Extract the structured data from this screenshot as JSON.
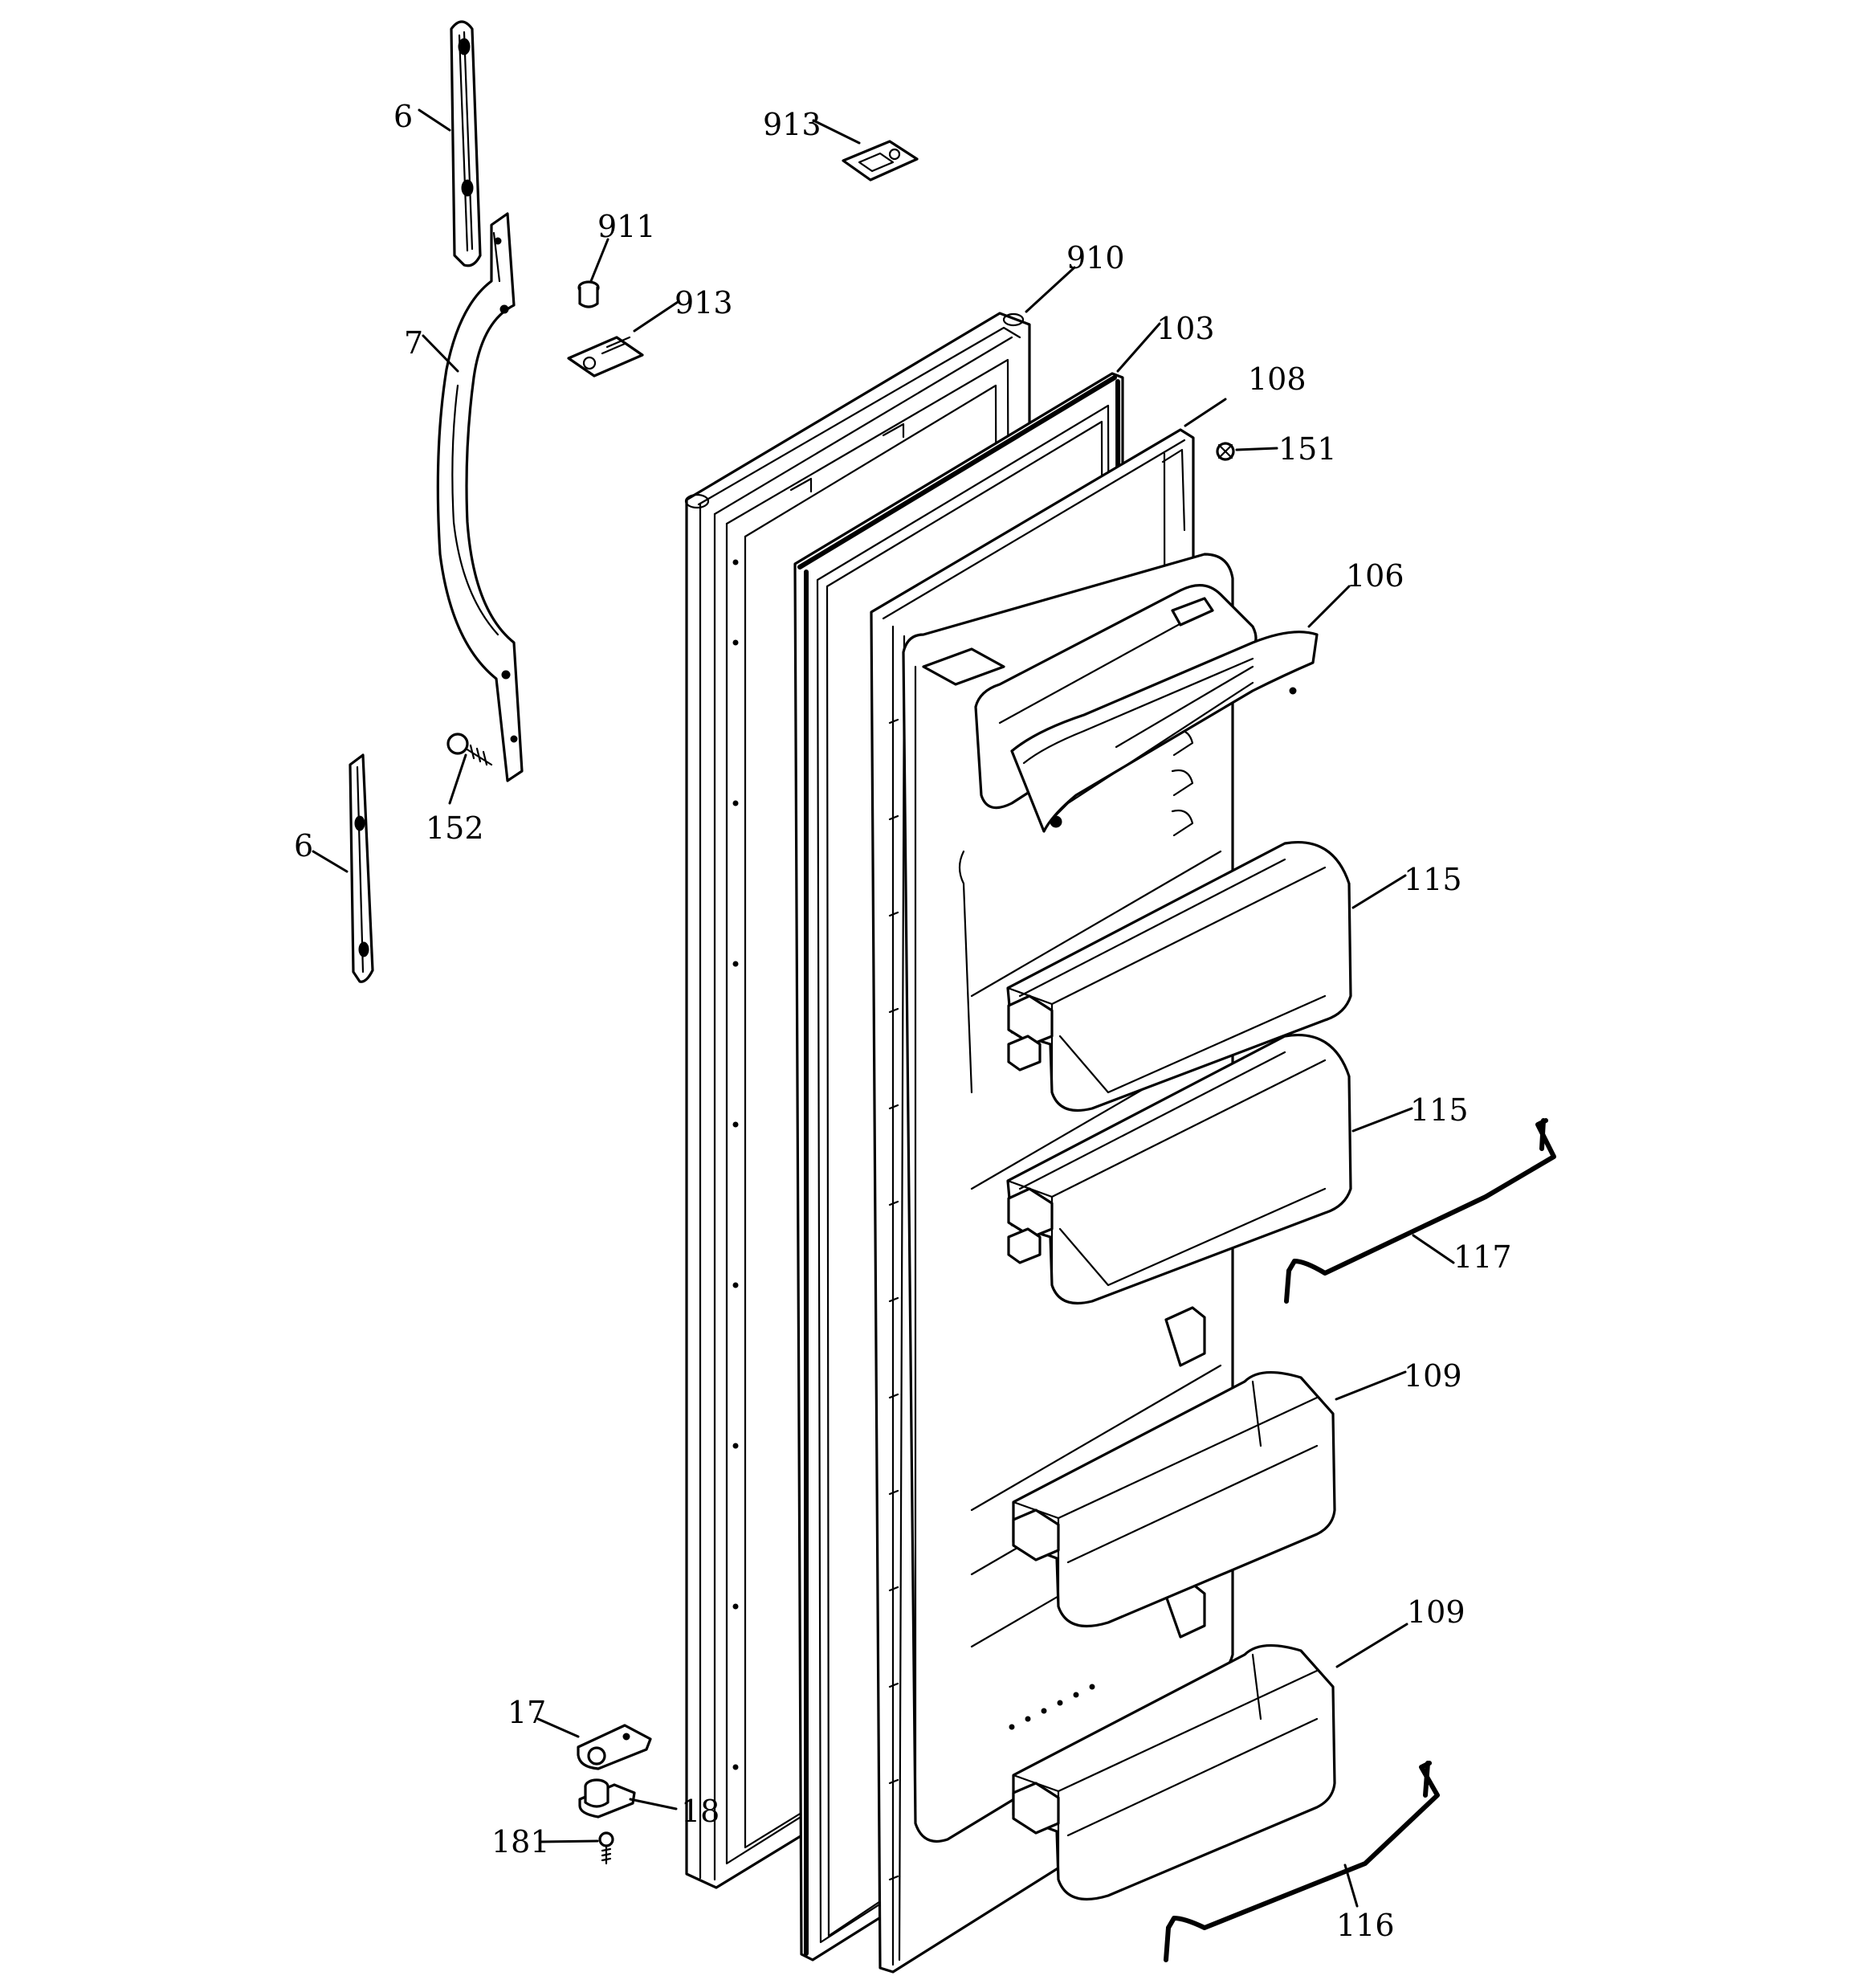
{
  "callouts": [
    {
      "id": "c-6-top",
      "text": "6"
    },
    {
      "id": "c-913-top",
      "text": "913"
    },
    {
      "id": "c-911",
      "text": "911"
    },
    {
      "id": "c-913-mid",
      "text": "913"
    },
    {
      "id": "c-910",
      "text": "910"
    },
    {
      "id": "c-7",
      "text": "7"
    },
    {
      "id": "c-103",
      "text": "103"
    },
    {
      "id": "c-108",
      "text": "108"
    },
    {
      "id": "c-151",
      "text": "151"
    },
    {
      "id": "c-106",
      "text": "106"
    },
    {
      "id": "c-152",
      "text": "152"
    },
    {
      "id": "c-6-bottom",
      "text": "6"
    },
    {
      "id": "c-115-top",
      "text": "115"
    },
    {
      "id": "c-115-bottom",
      "text": "115"
    },
    {
      "id": "c-117",
      "text": "117"
    },
    {
      "id": "c-109-top",
      "text": "109"
    },
    {
      "id": "c-109-bottom",
      "text": "109"
    },
    {
      "id": "c-17",
      "text": "17"
    },
    {
      "id": "c-18",
      "text": "18"
    },
    {
      "id": "c-181",
      "text": "181"
    },
    {
      "id": "c-116",
      "text": "116"
    }
  ]
}
